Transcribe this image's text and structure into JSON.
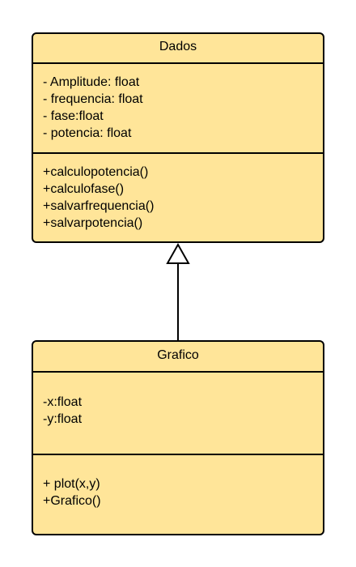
{
  "classes": [
    {
      "name": "Dados",
      "attributes": [
        "- Amplitude: float",
        "- frequencia: float",
        "- fase:float",
        "- potencia: float"
      ],
      "methods": [
        "+calculopotencia()",
        "+calculofase()",
        "+salvarfrequencia()",
        "+salvarpotencia()"
      ]
    },
    {
      "name": "Grafico",
      "attributes": [
        "-x:float",
        "-y:float"
      ],
      "methods": [
        "+ plot(x,y)",
        "+Grafico()"
      ]
    }
  ],
  "relationships": [
    {
      "type": "generalization",
      "from": "Grafico",
      "to": "Dados"
    }
  ],
  "colors": {
    "class_fill": "#ffe599",
    "stroke": "#000000"
  }
}
